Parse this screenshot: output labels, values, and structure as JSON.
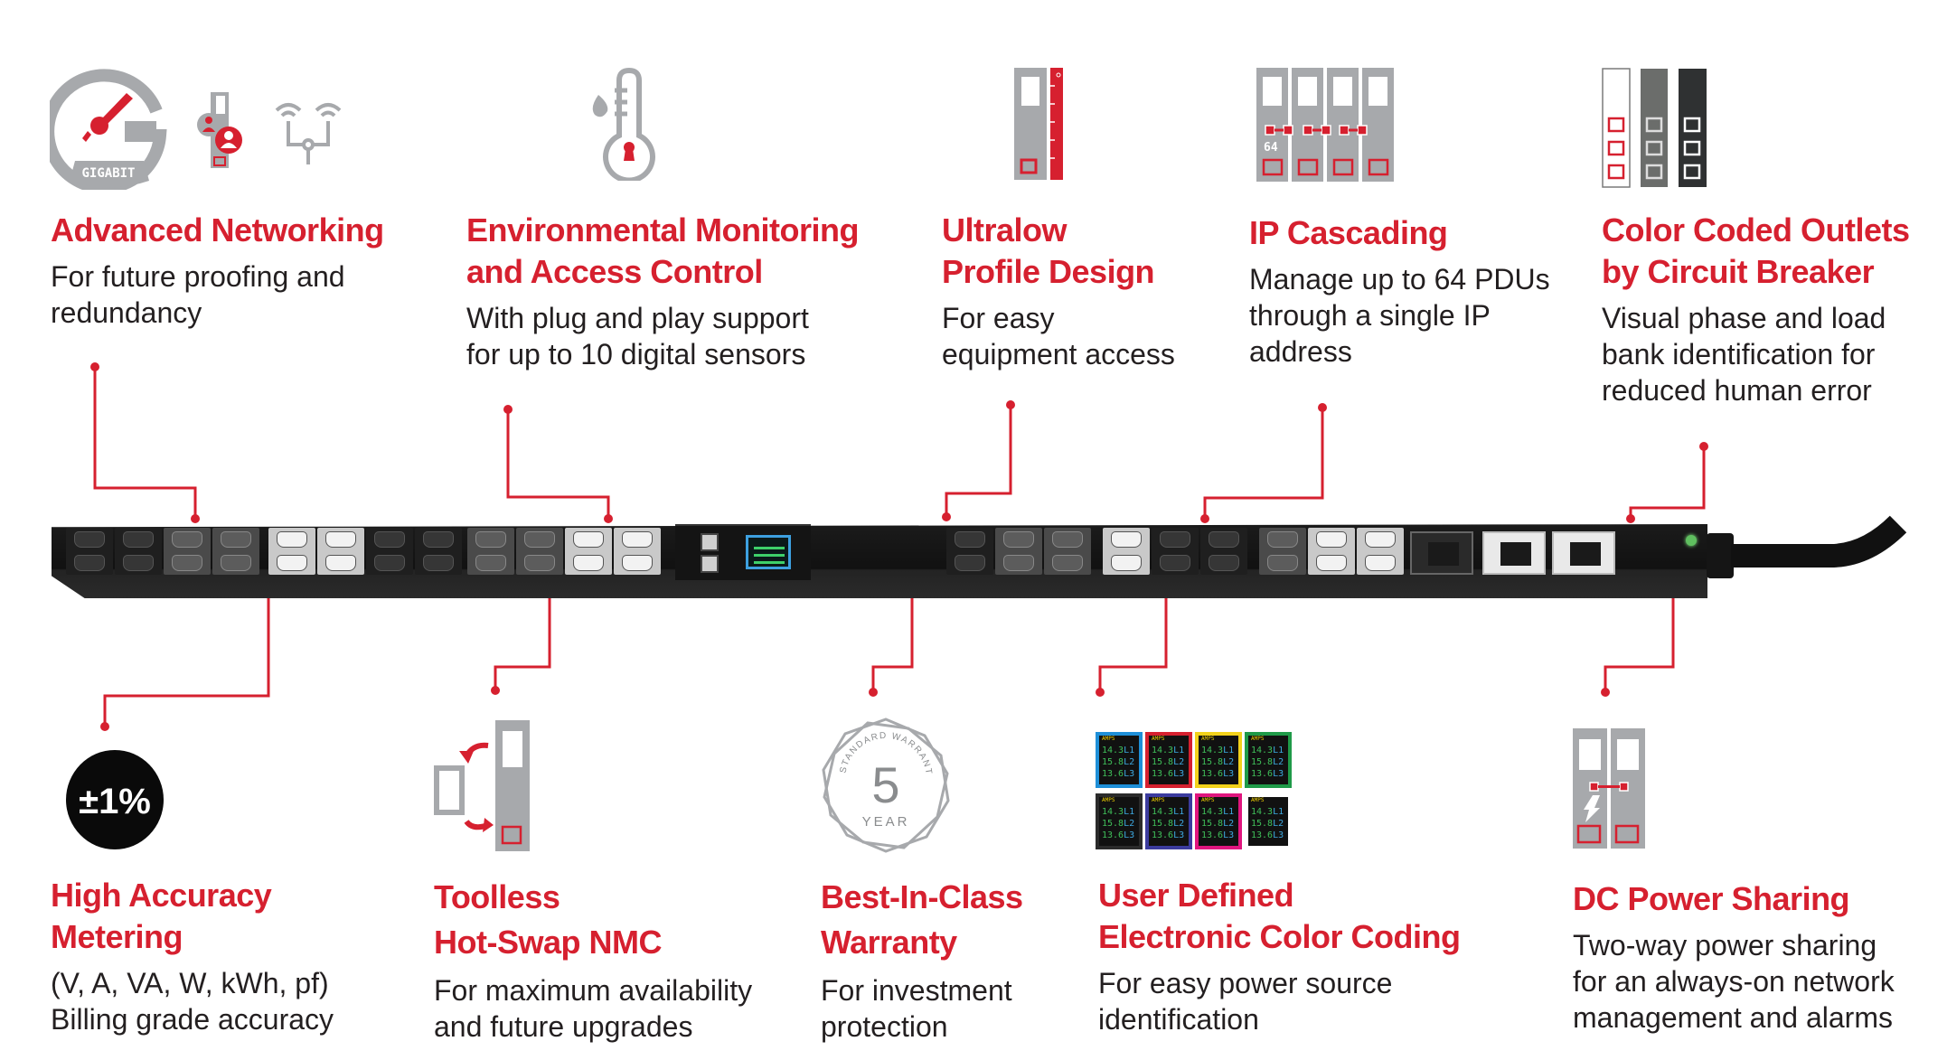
{
  "colors": {
    "accent_red": "#d6202f",
    "icon_gray": "#a7a9ac",
    "text_dark": "#231f20",
    "pdu_black": "#151515"
  },
  "features_top": [
    {
      "title": "Advanced Networking",
      "desc": "For future proofing and\nredundancy",
      "icons": [
        "gigabit-gauge-icon",
        "dual-user-pdu-icon",
        "wifi-redundancy-icon"
      ],
      "icon_text": "GIGABIT"
    },
    {
      "title": "Environmental Monitoring\nand Access Control",
      "desc": "With plug and play support\nfor up to 10 digital sensors",
      "icons": [
        "thermometer-lock-icon"
      ]
    },
    {
      "title": "Ultralow\nProfile Design",
      "desc": "For easy\nequipment access",
      "icons": [
        "low-profile-pdu-icon"
      ]
    },
    {
      "title": "IP Cascading",
      "desc": "Manage up to 64 PDUs\nthrough a single IP\naddress",
      "icons": [
        "cascaded-pdus-icon"
      ],
      "icon_text": "64"
    },
    {
      "title": "Color Coded Outlets\nby Circuit Breaker",
      "desc": "Visual phase and load\nbank identification for\nreduced human error",
      "icons": [
        "color-coded-outlets-icon"
      ]
    }
  ],
  "features_bottom": [
    {
      "title": "High Accuracy\nMetering",
      "desc": "(V, A, VA, W, kWh, pf)\nBilling grade accuracy",
      "icons": [
        "accuracy-badge-icon"
      ],
      "icon_text": "±1%"
    },
    {
      "title": "Toolless\nHot-Swap NMC",
      "desc": "For maximum availability\nand future upgrades",
      "icons": [
        "hot-swap-icon"
      ]
    },
    {
      "title": "Best-In-Class\nWarranty",
      "desc": "For investment\nprotection",
      "icons": [
        "warranty-seal-icon"
      ],
      "icon_text": {
        "arc": "STANDARD WARRANTY",
        "number": "5",
        "unit": "YEAR"
      }
    },
    {
      "title": "User Defined\nElectronic Color Coding",
      "desc": "For easy power source\nidentification",
      "icons": [
        "color-lcd-displays-icon"
      ],
      "lcd": {
        "frame_colors": [
          "#1e8fd8",
          "#d6202f",
          "#f2d21b",
          "#1f9a48",
          "#2b2b2b",
          "#3b3b9e",
          "#e0157e",
          "#ffffff"
        ],
        "rows": [
          {
            "value": "14.3",
            "phase": "L1"
          },
          {
            "value": "15.8",
            "phase": "L2"
          },
          {
            "value": "13.6",
            "phase": "L3"
          }
        ],
        "unit": "AMPS"
      }
    },
    {
      "title": "DC Power Sharing",
      "desc": "Two-way power sharing\nfor an always-on network\nmanagement and alarms",
      "icons": [
        "dc-power-sharing-icon"
      ]
    }
  ],
  "product": {
    "name": "pdu-strip",
    "outlet_banks": 6,
    "breakers": 3
  }
}
